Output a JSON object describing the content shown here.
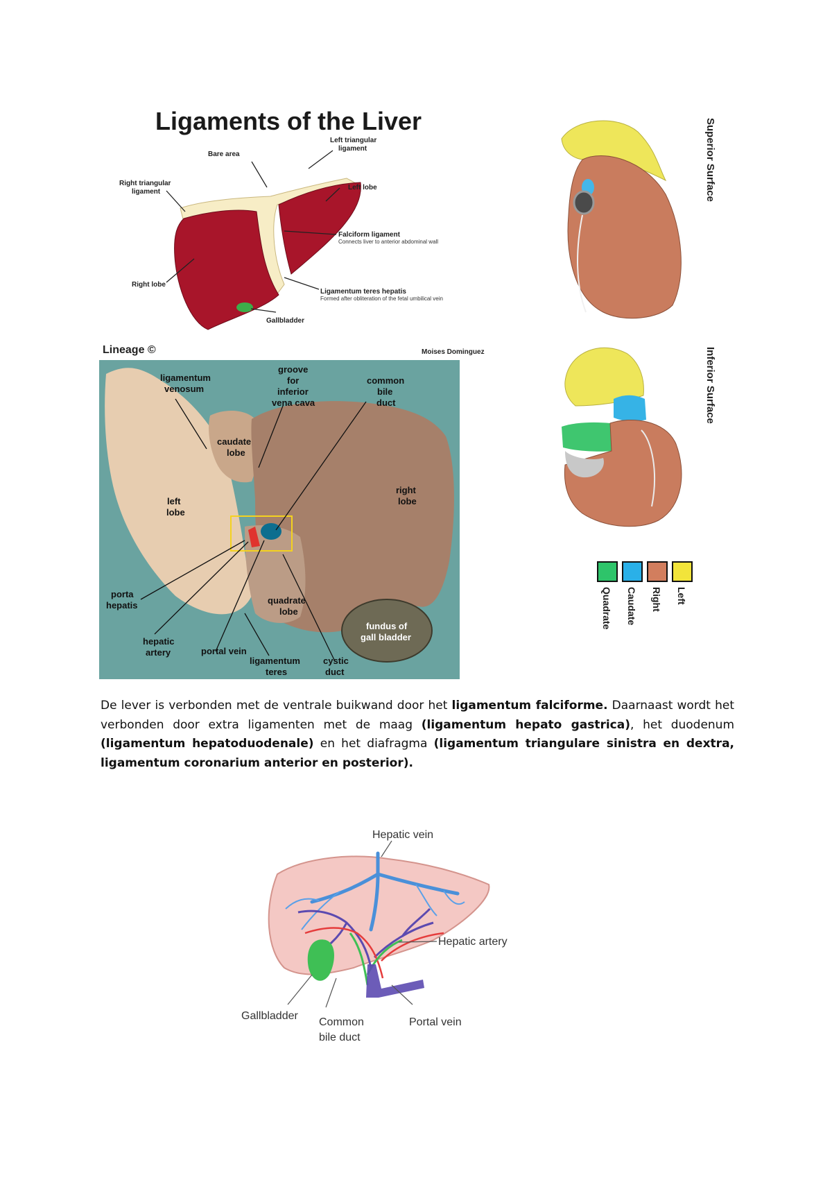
{
  "fig_ligaments": {
    "title": "Ligaments of the Liver",
    "labels": {
      "bare_area": "Bare area",
      "left_triangular_1": "Left triangular",
      "left_triangular_2": "ligament",
      "right_triangular_1": "Right triangular",
      "right_triangular_2": "ligament",
      "left_lobe": "Left lobe",
      "falciform": "Falciform ligament",
      "falciform_sub": "Connects liver to anterior abdominal wall",
      "right_lobe": "Right lobe",
      "teres": "Ligamentum teres hepatis",
      "teres_sub": "Formed after obliteration of the fetal umbilical vein",
      "gallbladder": "Gallbladder"
    },
    "logo": "Lineage ©",
    "credit": "Moises Dominguez"
  },
  "fig_photo": {
    "labels": {
      "lig_venosum_1": "ligamentum",
      "lig_venosum_2": "venosum",
      "groove_1": "groove",
      "groove_2": "for",
      "groove_3": "inferior",
      "groove_4": "vena cava",
      "cbd_1": "common",
      "cbd_2": "bile",
      "cbd_3": "duct",
      "caudate_1": "caudate",
      "caudate_2": "lobe",
      "left_1": "left",
      "left_2": "lobe",
      "right_1": "right",
      "right_2": "lobe",
      "porta_1": "porta",
      "porta_2": "hepatis",
      "quadrate_1": "quadrate",
      "quadrate_2": "lobe",
      "fundus_1": "fundus of",
      "fundus_2": "gall bladder",
      "hepatic_artery_1": "hepatic",
      "hepatic_artery_2": "artery",
      "portal_vein": "portal vein",
      "lig_teres_1": "ligamentum",
      "lig_teres_2": "teres",
      "cystic_1": "cystic",
      "cystic_2": "duct"
    }
  },
  "fig_surfaces": {
    "superior": "Superior Surface",
    "inferior": "Inferior Surface",
    "legend": [
      {
        "label": "Quadrate",
        "color": "#2ec46a"
      },
      {
        "label": "Caudate",
        "color": "#2ab0e8"
      },
      {
        "label": "Right",
        "color": "#d27e5e"
      },
      {
        "label": "Left",
        "color": "#f2e43a"
      }
    ]
  },
  "paragraph": {
    "t1": "De lever is verbonden met de ventrale buikwand door het ",
    "b1": "ligamentum falciforme.",
    "t2": " Daarnaast wordt het verbonden door extra ligamenten met de maag ",
    "b2": "(ligamentum hepato gastrica)",
    "t3": ", het duodenum ",
    "b3": "(ligamentum hepatoduodenale)",
    "t4": " en het diafragma ",
    "b4": "(ligamentum triangulare sinistra en dextra, ligamentum coronarium anterior en posterior)."
  },
  "fig_vessels": {
    "hepatic_vein": "Hepatic vein",
    "hepatic_artery": "Hepatic artery",
    "gallbladder": "Gallbladder",
    "cbd_1": "Common",
    "cbd_2": "bile duct",
    "portal_vein": "Portal vein"
  }
}
